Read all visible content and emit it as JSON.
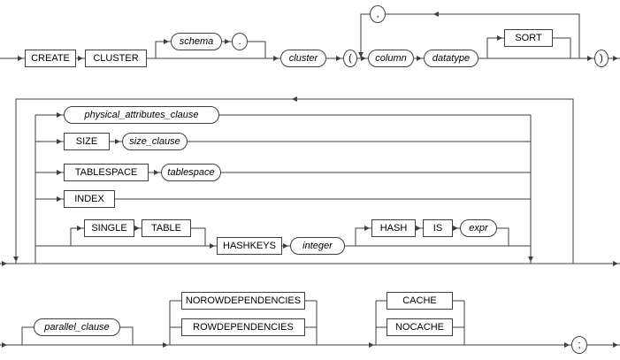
{
  "colors": {
    "background": "#ffffff",
    "line": "#3f3f3f",
    "box_border": "#3f3f3f",
    "text": "#000000"
  },
  "row1": {
    "create": "CREATE",
    "cluster_kw": "CLUSTER",
    "schema": "schema",
    "dot": ".",
    "cluster_var": "cluster",
    "open_paren": "(",
    "column": "column",
    "datatype": "datatype",
    "sort": "SORT",
    "comma": ",",
    "close_paren": ")"
  },
  "row2": {
    "physical_attributes_clause": "physical_attributes_clause",
    "size_kw": "SIZE",
    "size_clause": "size_clause",
    "tablespace_kw": "TABLESPACE",
    "tablespace_var": "tablespace",
    "index_kw": "INDEX",
    "single_kw": "SINGLE",
    "table_kw": "TABLE",
    "hashkeys_kw": "HASHKEYS",
    "integer_var": "integer",
    "hash_kw": "HASH",
    "is_kw": "IS",
    "expr_var": "expr"
  },
  "row3": {
    "parallel_clause": "parallel_clause",
    "norowdependencies": "NOROWDEPENDENCIES",
    "rowdependencies": "ROWDEPENDENCIES",
    "cache": "CACHE",
    "nocache": "NOCACHE",
    "semicolon": ";"
  }
}
